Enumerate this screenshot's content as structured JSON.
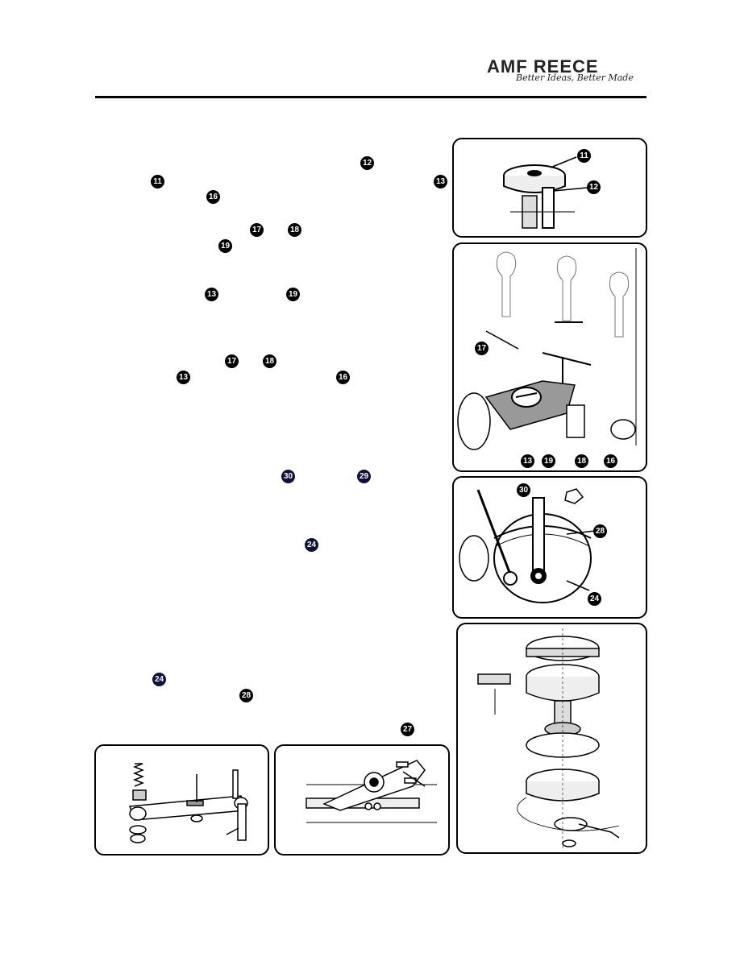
{
  "header": {
    "logo_main": "AMF REECE",
    "logo_sub": "Better Ideas, Better Made"
  },
  "text_markers": {
    "m1": "12",
    "m2": "11",
    "m3": "13",
    "m4": "16",
    "m5": "17",
    "m6": "18",
    "m7": "19",
    "m8": "13",
    "m9": "19",
    "m10": "17",
    "m11": "18",
    "m12": "13",
    "m13": "16",
    "m14": "30",
    "m15": "29",
    "m16": "24",
    "m17": "24",
    "m18": "28",
    "m19": "27"
  },
  "figure_callouts": {
    "fig1": [
      "11",
      "12"
    ],
    "fig2": [
      "17",
      "13",
      "19",
      "18",
      "16"
    ],
    "fig3": [
      "30",
      "28",
      "24"
    ]
  }
}
